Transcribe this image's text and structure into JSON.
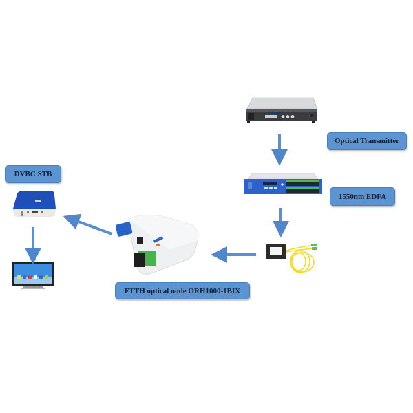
{
  "diagram": {
    "title": "FTTH CATV network topology",
    "colors": {
      "label_fill": "#5b94d1",
      "label_text": "#1a2233",
      "arrow": "#5b8fd0"
    },
    "nodes": [
      {
        "id": "optical-transmitter",
        "label": "Optical Transmitter",
        "icon": "rack-transmitter-icon"
      },
      {
        "id": "edfa",
        "label": "1550nm EDFA",
        "icon": "rack-edfa-icon"
      },
      {
        "id": "splitter",
        "label": "",
        "icon": "plc-splitter-icon"
      },
      {
        "id": "ftth-node",
        "label": "FTTH optical node ORH1000-1BIX",
        "icon": "optical-node-icon"
      },
      {
        "id": "stb",
        "label": "DVBC STB",
        "icon": "set-top-box-icon"
      },
      {
        "id": "tv",
        "label": "",
        "icon": "television-icon"
      }
    ],
    "edges": [
      {
        "from": "optical-transmitter",
        "to": "edfa"
      },
      {
        "from": "edfa",
        "to": "splitter"
      },
      {
        "from": "splitter",
        "to": "ftth-node"
      },
      {
        "from": "ftth-node",
        "to": "stb"
      },
      {
        "from": "stb",
        "to": "tv"
      }
    ]
  }
}
